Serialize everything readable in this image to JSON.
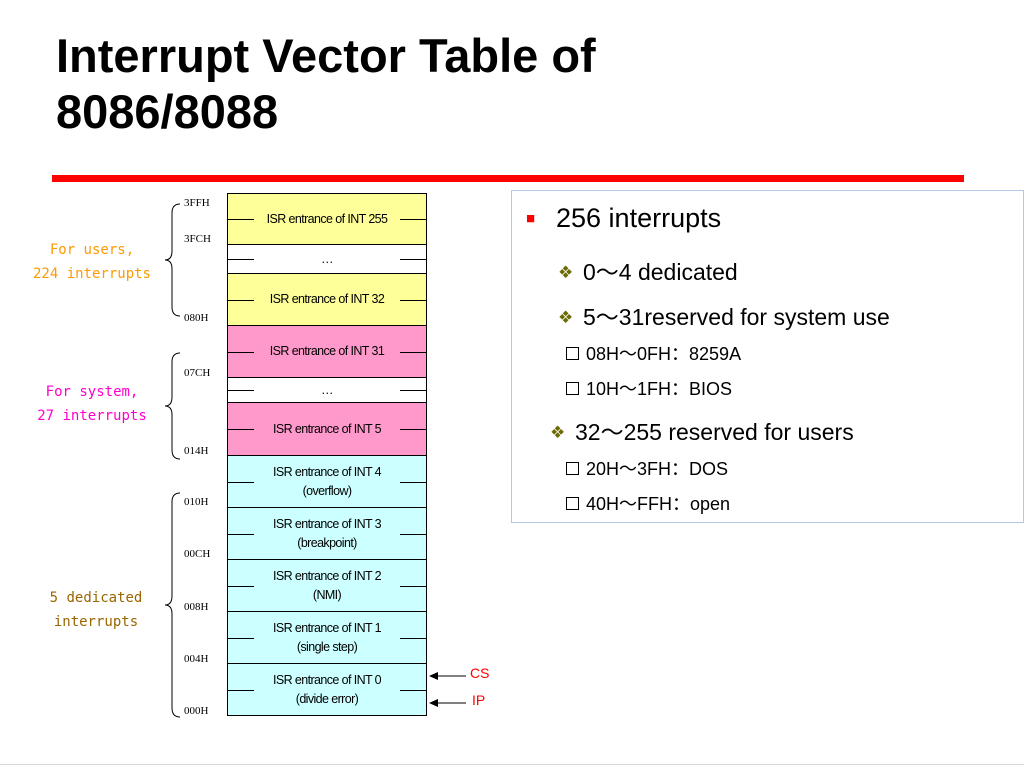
{
  "slide": {
    "title_line1": "Interrupt Vector Table of",
    "title_line2": "8086/8088"
  },
  "table": {
    "addresses": [
      "3FFH",
      "3FCH",
      "080H",
      "07CH",
      "014H",
      "010H",
      "00CH",
      "008H",
      "004H",
      "000H"
    ],
    "cells": [
      {
        "lines": [
          "ISR entrance of INT 255"
        ],
        "color": "#ffff99"
      },
      {
        "lines": [
          "…"
        ],
        "color": "#ffffff"
      },
      {
        "lines": [
          "ISR entrance of INT 32"
        ],
        "color": "#ffff99"
      },
      {
        "lines": [
          "ISR entrance of INT 31"
        ],
        "color": "#ff99cc"
      },
      {
        "lines": [
          "…"
        ],
        "color": "#ffffff"
      },
      {
        "lines": [
          "ISR entrance of INT 5"
        ],
        "color": "#ff99cc"
      },
      {
        "lines": [
          "ISR entrance of INT 4",
          "(overflow)"
        ],
        "color": "#ccffff"
      },
      {
        "lines": [
          "ISR entrance of INT 3",
          "(breakpoint)"
        ],
        "color": "#ccffff"
      },
      {
        "lines": [
          "ISR entrance of INT 2",
          "(NMI)"
        ],
        "color": "#ccffff"
      },
      {
        "lines": [
          "ISR entrance of INT 1",
          "(single step)"
        ],
        "color": "#ccffff"
      },
      {
        "lines": [
          "ISR entrance of INT 0",
          "(divide error)"
        ],
        "color": "#ccffff"
      }
    ],
    "pointers": {
      "cs": "CS",
      "ip": "IP"
    }
  },
  "groups": {
    "users": {
      "line1": "For users,",
      "line2": "224 interrupts",
      "color": "#ff9900"
    },
    "system": {
      "line1": "For system,",
      "line2": "27 interrupts",
      "color": "#ff00cc"
    },
    "dedicated": {
      "line1": "5 dedicated",
      "line2": "interrupts",
      "color": "#996600"
    }
  },
  "panel": {
    "l1": "256 interrupts",
    "l2a": "0～4 dedicated",
    "l2b": "5～31reserved for system use",
    "l3a": "08H～0FH：8259A",
    "l3b": "10H～1FH：BIOS",
    "l2c": "32～255 reserved for users",
    "l3c": "20H～3FH：DOS",
    "l3d": "40H～FFH：open"
  },
  "icons": {
    "bullet1": "square-bullet-icon",
    "bullet2": "diamond-bullet-icon",
    "bullet3": "box-bullet-icon"
  }
}
